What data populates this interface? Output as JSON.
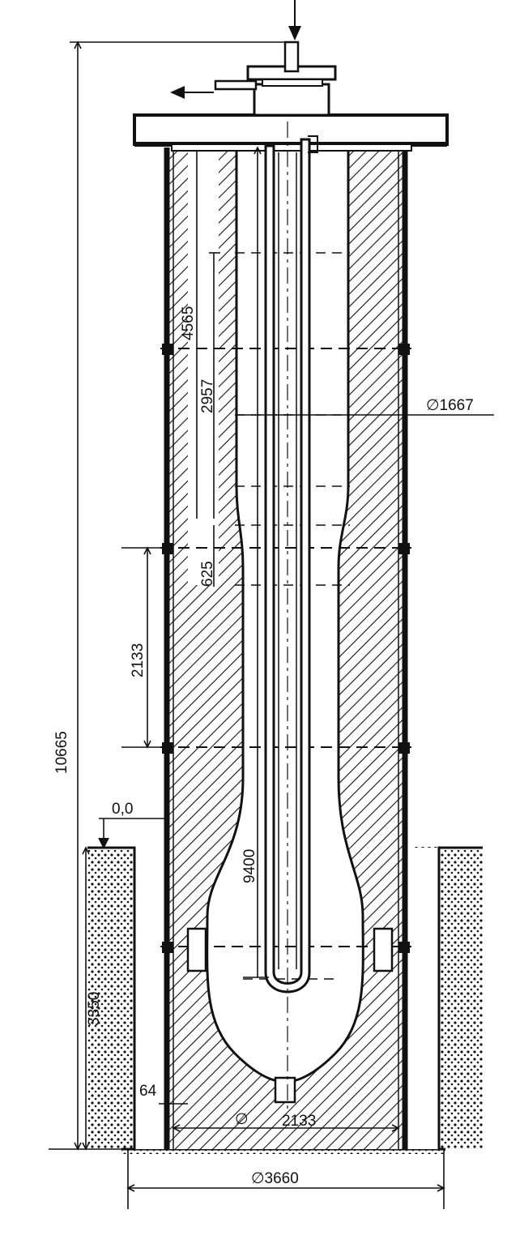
{
  "diagram": {
    "dimensions": {
      "overall_height": "10665",
      "upper_depth": "4565",
      "inner_depth": "2957",
      "short_gap": "625",
      "segment_height": "2133",
      "pipe_length": "9400",
      "ground_level": "0,0",
      "pit_depth": "3350",
      "wall_gap": "64",
      "inner_diameter_prefix": "∅",
      "inner_diameter": "2133",
      "bore_diameter": "∅1667",
      "outer_diameter": "∅3660"
    },
    "colors": {
      "line": "#111111",
      "background": "#ffffff"
    }
  }
}
